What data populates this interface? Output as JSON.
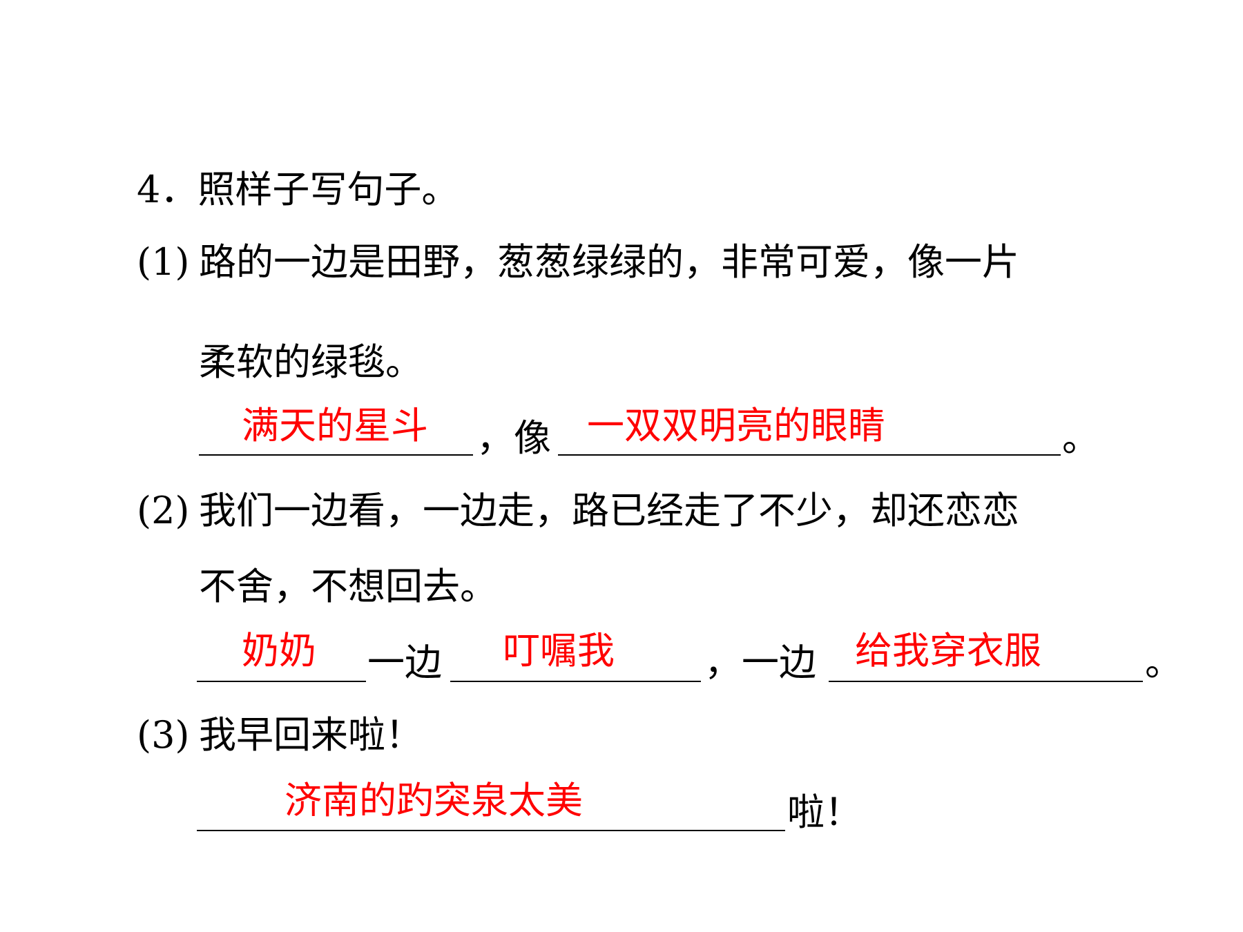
{
  "colors": {
    "answer": "#ff0000",
    "text": "#000000"
  },
  "question": {
    "title": "4．照样子写句子。",
    "items": [
      {
        "number": "(1)",
        "example_line1": "路的一边是田野，葱葱绿绿的，非常可爱，像一片",
        "example_line2": "柔软的绿毯。",
        "answer1": "满天的星斗",
        "text_between": "，像",
        "answer2": "一双双明亮的眼睛",
        "ending": "。"
      },
      {
        "number": "(2)",
        "example_line1": "我们一边看，一边走，路已经走了不少，却还恋恋",
        "example_line2": "不舍，不想回去。",
        "answer1": "奶奶",
        "text_between1": "一边",
        "answer2": "叮嘱我",
        "text_between2": "，一边",
        "answer3": "给我穿衣服",
        "ending": "。"
      },
      {
        "number": "(3)",
        "example_line1": "我早回来啦！",
        "answer1": "济南的趵突泉太美",
        "ending": "啦！"
      }
    ]
  }
}
